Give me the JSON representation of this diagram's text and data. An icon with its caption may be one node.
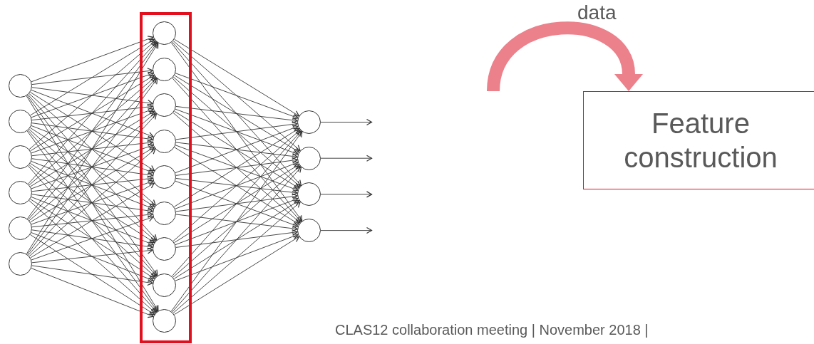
{
  "diagram": {
    "nodes": [
      {
        "text": [],
        "shape": "circle"
      },
      {
        "text": [],
        "shape": "circle"
      },
      {
        "text": [],
        "shape": "circle"
      },
      {
        "text": [],
        "shape": "circle"
      },
      {
        "text": [],
        "shape": "circle"
      },
      {
        "text": [],
        "shape": "circle"
      },
      {
        "text": [],
        "shape": "box"
      },
      {
        "text": [],
        "shape": "circle",
        "in": 6
      },
      {
        "text": [],
        "shape": "circle",
        "in": 6
      },
      {
        "text": [],
        "shape": "circle",
        "in": 6
      },
      {
        "text": [],
        "shape": "circle",
        "in": 6
      },
      {
        "text": [],
        "shape": "circle",
        "in": 6
      },
      {
        "text": [],
        "shape": "circle",
        "in": 6
      },
      {
        "text": [],
        "shape": "circle",
        "in": 6
      },
      {
        "text": [],
        "shape": "circle",
        "in": 6
      },
      {
        "text": [],
        "shape": "circle",
        "in": 6
      },
      {
        "text": [],
        "shape": "circle"
      },
      {
        "text": [],
        "shape": "circle"
      },
      {
        "text": [],
        "shape": "circle"
      },
      {
        "text": [],
        "shape": "circle"
      },
      {
        "text": [
          "Feature construction"
        ]
      }
    ],
    "edges": [
      {
        "from": 0,
        "to": 7,
        "arrow": "to"
      },
      {
        "from": 0,
        "to": 8,
        "arrow": "to"
      },
      {
        "from": 0,
        "to": 9,
        "arrow": "to"
      },
      {
        "from": 0,
        "to": 10,
        "arrow": "to"
      },
      {
        "from": 0,
        "to": 11,
        "arrow": "to"
      },
      {
        "from": 0,
        "to": 12,
        "arrow": "to"
      },
      {
        "from": 0,
        "to": 13,
        "arrow": "to"
      },
      {
        "from": 0,
        "to": 14,
        "arrow": "to"
      },
      {
        "from": 0,
        "to": 15,
        "arrow": "to"
      },
      {
        "from": 1,
        "to": 7,
        "arrow": "to"
      },
      {
        "from": 1,
        "to": 8,
        "arrow": "to"
      },
      {
        "from": 1,
        "to": 9,
        "arrow": "to"
      },
      {
        "from": 1,
        "to": 10,
        "arrow": "to"
      },
      {
        "from": 1,
        "to": 11,
        "arrow": "to"
      },
      {
        "from": 1,
        "to": 12,
        "arrow": "to"
      },
      {
        "from": 1,
        "to": 13,
        "arrow": "to"
      },
      {
        "from": 1,
        "to": 14,
        "arrow": "to"
      },
      {
        "from": 1,
        "to": 15,
        "arrow": "to"
      },
      {
        "from": 2,
        "to": 7,
        "arrow": "to"
      },
      {
        "from": 2,
        "to": 8,
        "arrow": "to"
      },
      {
        "from": 2,
        "to": 9,
        "arrow": "to"
      },
      {
        "from": 2,
        "to": 10,
        "arrow": "to"
      },
      {
        "from": 2,
        "to": 11,
        "arrow": "to"
      },
      {
        "from": 2,
        "to": 12,
        "arrow": "to"
      },
      {
        "from": 2,
        "to": 13,
        "arrow": "to"
      },
      {
        "from": 2,
        "to": 14,
        "arrow": "to"
      },
      {
        "from": 2,
        "to": 15,
        "arrow": "to"
      },
      {
        "from": 3,
        "to": 7,
        "arrow": "to"
      },
      {
        "from": 3,
        "to": 8,
        "arrow": "to"
      },
      {
        "from": 3,
        "to": 9,
        "arrow": "to"
      },
      {
        "from": 3,
        "to": 10,
        "arrow": "to"
      },
      {
        "from": 3,
        "to": 11,
        "arrow": "to"
      },
      {
        "from": 3,
        "to": 12,
        "arrow": "to"
      },
      {
        "from": 3,
        "to": 13,
        "arrow": "to"
      },
      {
        "from": 3,
        "to": 14,
        "arrow": "to"
      },
      {
        "from": 3,
        "to": 15,
        "arrow": "to"
      },
      {
        "from": 4,
        "to": 7,
        "arrow": "to"
      },
      {
        "from": 4,
        "to": 8,
        "arrow": "to"
      },
      {
        "from": 4,
        "to": 9,
        "arrow": "to"
      },
      {
        "from": 4,
        "to": 10,
        "arrow": "to"
      },
      {
        "from": 4,
        "to": 11,
        "arrow": "to"
      },
      {
        "from": 4,
        "to": 12,
        "arrow": "to"
      },
      {
        "from": 4,
        "to": 13,
        "arrow": "to"
      },
      {
        "from": 4,
        "to": 14,
        "arrow": "to"
      },
      {
        "from": 4,
        "to": 15,
        "arrow": "to"
      },
      {
        "from": 5,
        "to": 7,
        "arrow": "to"
      },
      {
        "from": 5,
        "to": 8,
        "arrow": "to"
      },
      {
        "from": 5,
        "to": 9,
        "arrow": "to"
      },
      {
        "from": 5,
        "to": 10,
        "arrow": "to"
      },
      {
        "from": 5,
        "to": 11,
        "arrow": "to"
      },
      {
        "from": 5,
        "to": 12,
        "arrow": "to"
      },
      {
        "from": 5,
        "to": 13,
        "arrow": "to"
      },
      {
        "from": 5,
        "to": 14,
        "arrow": "to"
      },
      {
        "from": 5,
        "to": 15,
        "arrow": "to"
      },
      {
        "from": 7,
        "to": 16,
        "arrow": "to"
      },
      {
        "from": 7,
        "to": 17,
        "arrow": "to"
      },
      {
        "from": 7,
        "to": 18,
        "arrow": "to"
      },
      {
        "from": 7,
        "to": 19,
        "arrow": "to"
      },
      {
        "from": 8,
        "to": 16,
        "arrow": "to"
      },
      {
        "from": 8,
        "to": 17,
        "arrow": "to"
      },
      {
        "from": 8,
        "to": 18,
        "arrow": "to"
      },
      {
        "from": 8,
        "to": 19,
        "arrow": "to"
      },
      {
        "from": 9,
        "to": 16,
        "arrow": "to"
      },
      {
        "from": 9,
        "to": 17,
        "arrow": "to"
      },
      {
        "from": 9,
        "to": 18,
        "arrow": "to"
      },
      {
        "from": 9,
        "to": 19,
        "arrow": "to"
      },
      {
        "from": 10,
        "to": 16,
        "arrow": "to"
      },
      {
        "from": 10,
        "to": 17,
        "arrow": "to"
      },
      {
        "from": 10,
        "to": 18,
        "arrow": "to"
      },
      {
        "from": 10,
        "to": 19,
        "arrow": "to"
      },
      {
        "from": 11,
        "to": 16,
        "arrow": "to"
      },
      {
        "from": 11,
        "to": 17,
        "arrow": "to"
      },
      {
        "from": 11,
        "to": 18,
        "arrow": "to"
      },
      {
        "from": 11,
        "to": 19,
        "arrow": "to"
      },
      {
        "from": 12,
        "to": 16,
        "arrow": "to"
      },
      {
        "from": 12,
        "to": 17,
        "arrow": "to"
      },
      {
        "from": 12,
        "to": 18,
        "arrow": "to"
      },
      {
        "from": 12,
        "to": 19,
        "arrow": "to"
      },
      {
        "from": 13,
        "to": 16,
        "arrow": "to"
      },
      {
        "from": 13,
        "to": 17,
        "arrow": "to"
      },
      {
        "from": 13,
        "to": 18,
        "arrow": "to"
      },
      {
        "from": 13,
        "to": 19,
        "arrow": "to"
      },
      {
        "from": 14,
        "to": 16,
        "arrow": "to"
      },
      {
        "from": 14,
        "to": 17,
        "arrow": "to"
      },
      {
        "from": 14,
        "to": 18,
        "arrow": "to"
      },
      {
        "from": 14,
        "to": 19,
        "arrow": "to"
      },
      {
        "from": 15,
        "to": 16,
        "arrow": "to"
      },
      {
        "from": 15,
        "to": 17,
        "arrow": "to"
      },
      {
        "from": 15,
        "to": 18,
        "arrow": "to"
      },
      {
        "from": 15,
        "to": 19,
        "arrow": "to"
      },
      {
        "from": 16,
        "to": null,
        "arrow": "to"
      },
      {
        "from": 17,
        "to": null,
        "arrow": "to"
      },
      {
        "from": 18,
        "to": null,
        "arrow": "to"
      },
      {
        "from": 19,
        "to": null,
        "arrow": "to"
      },
      {
        "from": null,
        "to": 20,
        "arrow": "to",
        "label": "data",
        "style": "thick",
        "color": "#ec808b"
      }
    ],
    "labels": [
      "CLAS12 collaboration meeting | November 2018 |"
    ]
  }
}
